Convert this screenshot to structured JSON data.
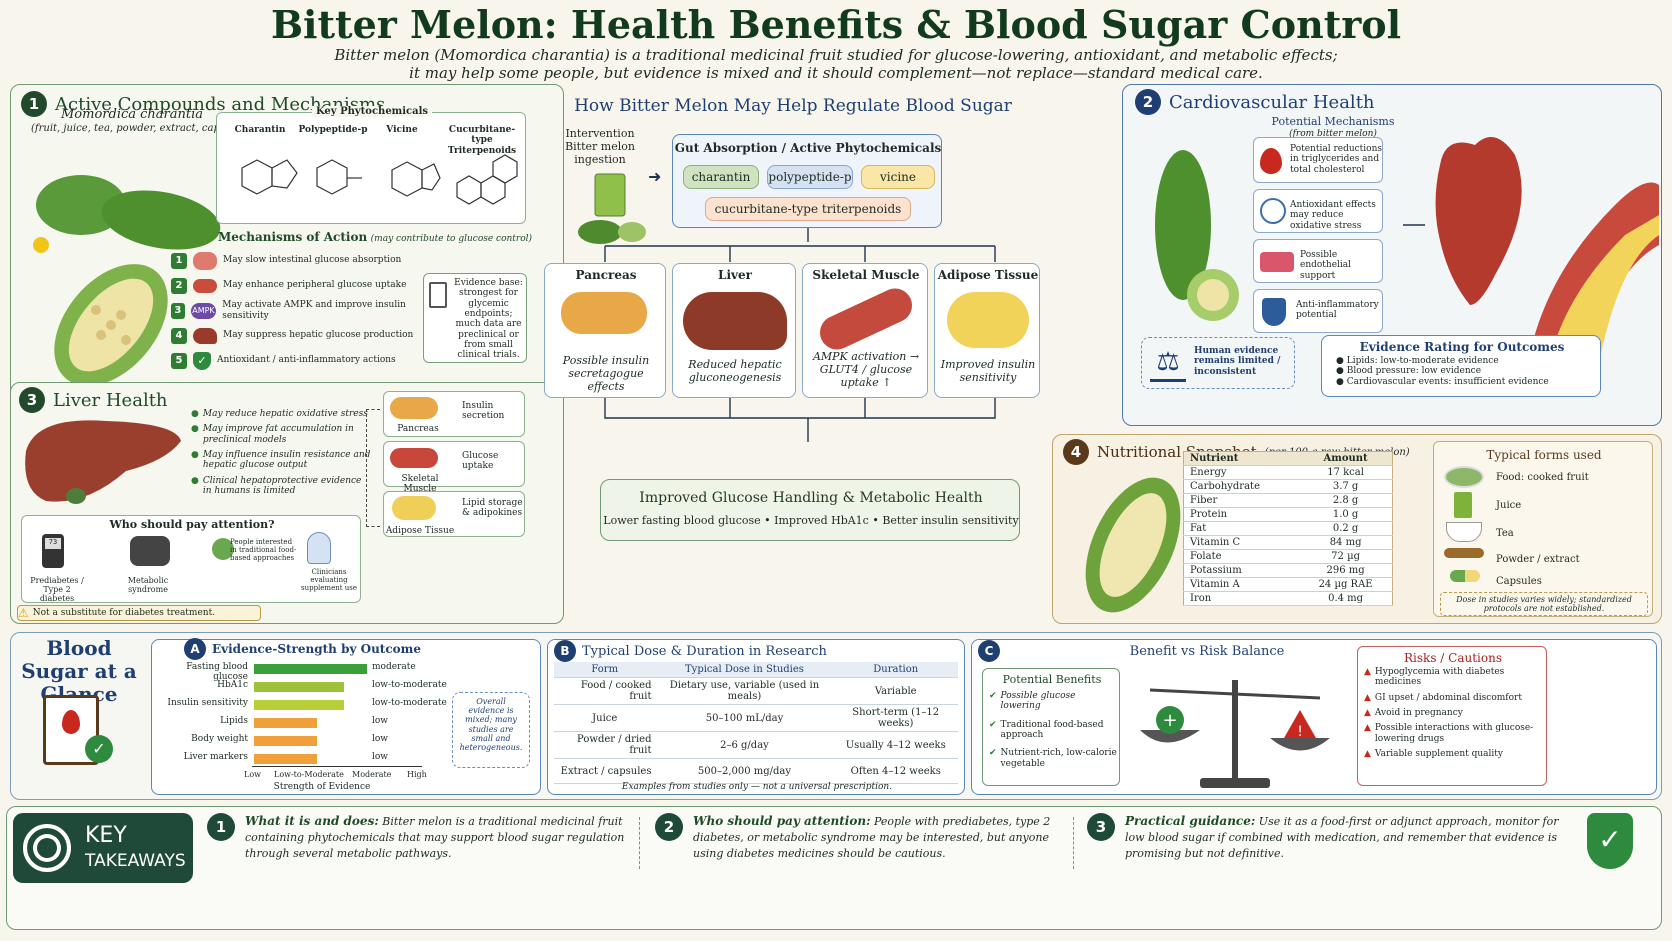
{
  "header": {
    "title": "Bitter Melon: Health Benefits & Blood Sugar Control",
    "subtitle1": "Bitter melon (Momordica charantia) is a traditional medicinal fruit studied for glucose-lowering, antioxidant, and metabolic effects;",
    "subtitle2": "it may help some people, but evidence is mixed and it should complement—not replace—standard medical care."
  },
  "p1": {
    "num": "1",
    "title": "Active Compounds and Mechanisms",
    "species": "Momordica charantia",
    "forms": "(fruit, juice, tea, powder, extract, capsules)",
    "phyto_title": "Key Phytochemicals",
    "phyto": [
      "Charantin",
      "Polypeptide-p",
      "Vicine",
      "Cucurbitane-type Triterpenoids"
    ],
    "moa_title": "Mechanisms of Action",
    "moa_note": "(may contribute to glucose control)",
    "moa": [
      {
        "n": "1",
        "t": "May slow intestinal glucose absorption"
      },
      {
        "n": "2",
        "t": "May enhance peripheral glucose uptake"
      },
      {
        "n": "3",
        "t": "May activate AMPK and improve insulin sensitivity"
      },
      {
        "n": "4",
        "t": "May suppress hepatic glucose production"
      },
      {
        "n": "5",
        "t": "Antioxidant / anti-inflammatory actions"
      }
    ],
    "ampk": "AMPK",
    "evidence": "Evidence base: strongest for glycemic endpoints; much data are preclinical or from small clinical trials."
  },
  "center": {
    "title": "How Bitter Melon May Help Regulate Blood Sugar",
    "intervention": "Intervention Bitter melon ingestion",
    "gut_title": "Gut Absorption / Active Phytochemicals",
    "pills": [
      "charantin",
      "polypeptide-p",
      "vicine"
    ],
    "pill_wide": "cucurbitane-type triterpenoids",
    "organs": [
      {
        "name": "Pancreas",
        "effect": "Possible insulin secretagogue effects"
      },
      {
        "name": "Liver",
        "effect": "Reduced hepatic gluconeogenesis"
      },
      {
        "name": "Skeletal Muscle",
        "effect": "AMPK activation → GLUT4 / glucose uptake ↑"
      },
      {
        "name": "Adipose Tissue",
        "effect": "Improved insulin sensitivity"
      }
    ],
    "result_title": "Improved Glucose Handling & Metabolic Health",
    "result_sub": "Lower fasting blood glucose  •  Improved HbA1c  •  Better insulin sensitivity"
  },
  "p2": {
    "num": "2",
    "title": "Cardiovascular Health",
    "mech_title": "Potential Mechanisms",
    "mech_sub": "(from bitter melon)",
    "mech": [
      "Potential reductions in triglycerides and total cholesterol",
      "Antioxidant effects may reduce oxidative stress",
      "Possible endothelial support",
      "Anti-inflammatory potential"
    ],
    "human": "Human evidence remains limited / inconsistent",
    "rating_title": "Evidence Rating for Outcomes",
    "rating": [
      "Lipids: low-to-moderate evidence",
      "Blood pressure: low evidence",
      "Cardiovascular events: insufficient evidence"
    ]
  },
  "p3": {
    "num": "3",
    "title": "Liver Health",
    "bullets": [
      "May reduce hepatic oxidative stress",
      "May improve fat accumulation in preclinical models",
      "May influence insulin resistance and hepatic glucose output",
      "Clinical hepatoprotective evidence in humans is limited"
    ],
    "side": [
      {
        "label": "Pancreas",
        "text": "Insulin secretion"
      },
      {
        "label": "Skeletal Muscle",
        "text": "Glucose uptake"
      },
      {
        "label": "Adipose Tissue",
        "text": "Lipid storage & adipokines"
      }
    ],
    "who_title": "Who should pay attention?",
    "who": [
      "Prediabetes / Type 2 diabetes",
      "Metabolic syndrome",
      "People interested in traditional food-based approaches",
      "Clinicians evaluating supplement use"
    ],
    "meter": "73",
    "warning": "Not a substitute for diabetes treatment."
  },
  "p4": {
    "num": "4",
    "title": "Nutritional Snapshot",
    "title_note": "(per 100 g raw bitter melon)",
    "headers": [
      "Nutrient",
      "Amount"
    ],
    "rows": [
      [
        "Energy",
        "17 kcal"
      ],
      [
        "Carbohydrate",
        "3.7 g"
      ],
      [
        "Fiber",
        "2.8 g"
      ],
      [
        "Protein",
        "1.0 g"
      ],
      [
        "Fat",
        "0.2 g"
      ],
      [
        "Vitamin C",
        "84 mg"
      ],
      [
        "Folate",
        "72 µg"
      ],
      [
        "Potassium",
        "296 mg"
      ],
      [
        "Vitamin A",
        "24 µg RAE"
      ],
      [
        "Iron",
        "0.4 mg"
      ]
    ],
    "forms_title": "Typical forms used",
    "forms": [
      "Food: cooked fruit",
      "Juice",
      "Tea",
      "Powder / extract",
      "Capsules"
    ],
    "dose_note": "Dose in studies varies widely; standardized protocols are not established."
  },
  "glance": {
    "title": "Blood Sugar at a Glance"
  },
  "A": {
    "letter": "A",
    "title": "Evidence-Strength by Outcome",
    "outcomes": [
      {
        "name": "Fasting blood glucose",
        "level": "moderate",
        "value": 0.75,
        "color": "#3aa13a"
      },
      {
        "name": "HbA1c",
        "level": "low-to-moderate",
        "value": 0.6,
        "color": "#9cc23a"
      },
      {
        "name": "Insulin sensitivity",
        "level": "low-to-moderate",
        "value": 0.6,
        "color": "#b9cf3a"
      },
      {
        "name": "Lipids",
        "level": "low",
        "value": 0.42,
        "color": "#f0a03a"
      },
      {
        "name": "Body weight",
        "level": "low",
        "value": 0.42,
        "color": "#f0a03a"
      },
      {
        "name": "Liver markers",
        "level": "low",
        "value": 0.42,
        "color": "#f0a03a"
      }
    ],
    "ticks": [
      "Low",
      "Low-to-Moderate",
      "Moderate",
      "High"
    ],
    "xlabel": "Strength of Evidence",
    "note": "Overall evidence is mixed; many studies are small and heterogeneous."
  },
  "B": {
    "letter": "B",
    "title": "Typical Dose & Duration in Research",
    "headers": [
      "Form",
      "Typical Dose in Studies",
      "Duration"
    ],
    "rows": [
      [
        "Food / cooked fruit",
        "Dietary use, variable (used in meals)",
        "Variable"
      ],
      [
        "Juice",
        "50–100 mL/day",
        "Short-term (1–12 weeks)"
      ],
      [
        "Powder / dried fruit",
        "2–6 g/day",
        "Usually 4–12 weeks"
      ],
      [
        "Extract / capsules",
        "500–2,000 mg/day",
        "Often 4–12 weeks"
      ]
    ],
    "foot": "Examples from studies only — not a universal prescription."
  },
  "C": {
    "letter": "C",
    "title": "Benefit vs Risk Balance",
    "ben_title": "Potential Benefits",
    "benefits": [
      "Possible glucose lowering",
      "Traditional food-based approach",
      "Nutrient-rich, low-calorie vegetable"
    ],
    "risk_title": "Risks / Cautions",
    "risks": [
      "Hypoglycemia with diabetes medicines",
      "GI upset / abdominal discomfort",
      "Avoid in pregnancy",
      "Possible interactions with glucose-lowering drugs",
      "Variable supplement quality"
    ]
  },
  "takeaways": {
    "badge1": "KEY",
    "badge2": "TAKEAWAYS",
    "items": [
      {
        "n": "1",
        "head": "What it is and does:",
        "text": " Bitter melon is a traditional medicinal fruit containing phytochemicals that may support blood sugar regulation through several metabolic pathways."
      },
      {
        "n": "2",
        "head": "Who should pay attention:",
        "text": " People with prediabetes, type 2 diabetes, or metabolic syndrome may be interested, but anyone using diabetes medicines should be cautious."
      },
      {
        "n": "3",
        "head": "Practical guidance:",
        "text": " Use it as a food-first or adjunct approach, monitor for low blood sugar if combined with medication, and remember that evidence is promising but not definitive."
      }
    ]
  }
}
